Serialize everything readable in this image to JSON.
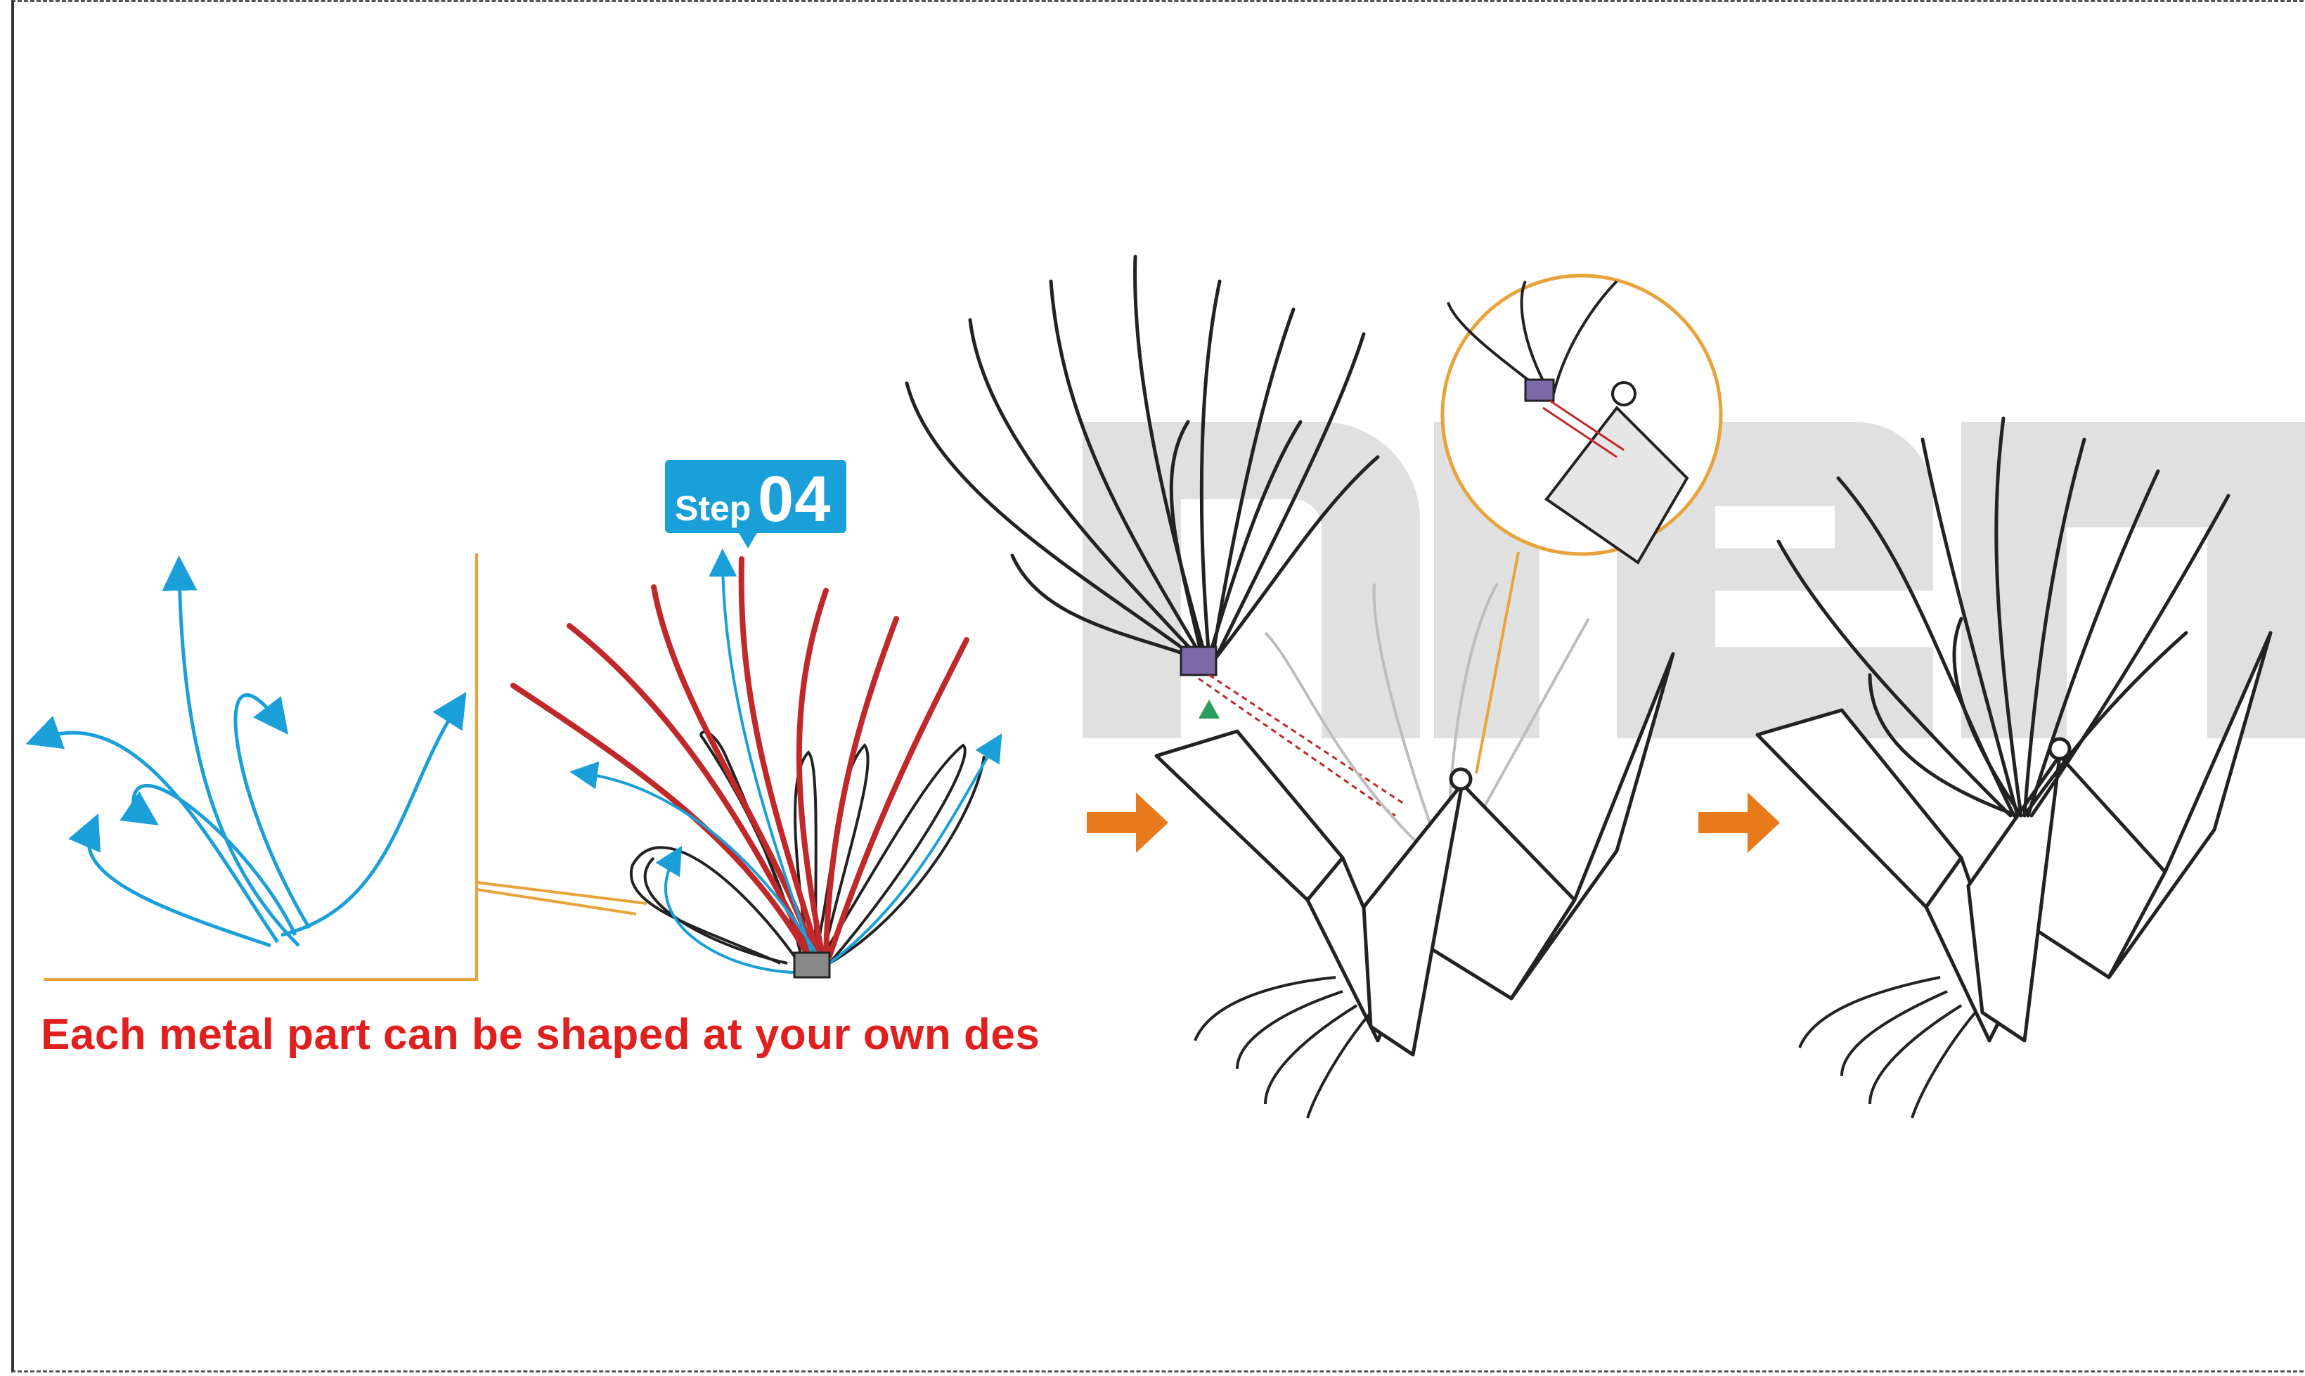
{
  "step": {
    "word": "Step",
    "number": "04"
  },
  "caption": "Each metal part can be shaped at your own des",
  "colors": {
    "caption_red": "#e0201f",
    "step_blue": "#1a9fd9",
    "shaping_arrow_blue": "#1a9fd9",
    "metal_part_red": "#c0282a",
    "callout_orange": "#e8a33a",
    "next_arrow_orange": "#e87a1c",
    "watermark_gray": "#cfcfcf",
    "outline": "#222222"
  },
  "icons": [
    "curve-arrows-icon",
    "right-arrow-icon",
    "origami-crane-icon",
    "flower-icon",
    "magnifier-callout-icon"
  ]
}
